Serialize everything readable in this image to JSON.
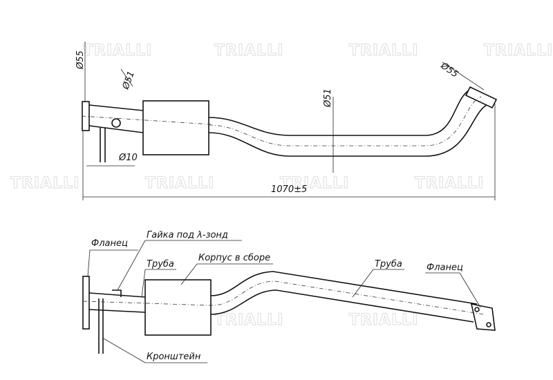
{
  "watermark": "TRIALLI",
  "top_view": {
    "dims": {
      "inlet_diameter": "Ø55",
      "pipe_diameter_front": "Ø51",
      "sensor_hole": "Ø10",
      "pipe_diameter_mid": "Ø51",
      "outlet_diameter": "Ø55",
      "overall_length": "1070±5"
    }
  },
  "side_view": {
    "labels": {
      "flange_left": "Фланец",
      "lambda_nut": "Гайка под λ-зонд",
      "pipe_left": "Труба",
      "muffler_body": "Корпус в сборе",
      "pipe_right": "Труба",
      "flange_right": "Фланец",
      "bracket": "Кронштейн"
    }
  }
}
